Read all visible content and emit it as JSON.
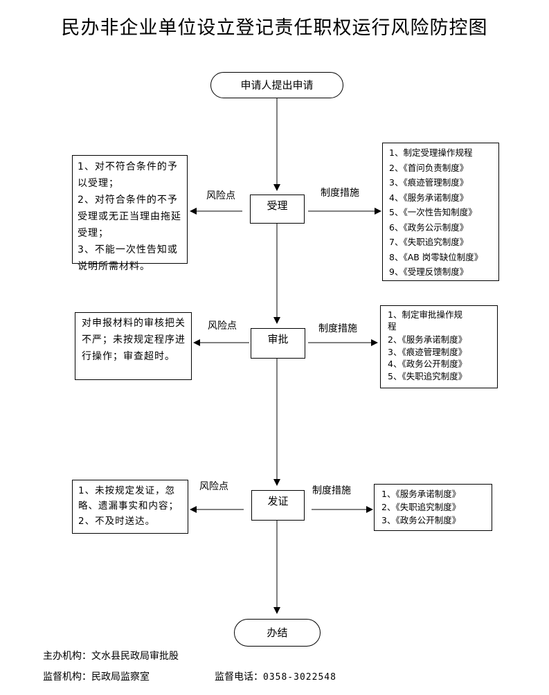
{
  "title": "民办非企业单位设立登记责任职权运行风险防控图",
  "nodes": {
    "start": "申请人提出申请",
    "accept": "受理",
    "review": "审批",
    "issue": "发证",
    "end": "办结"
  },
  "edge_labels": {
    "risk_point": "风险点",
    "measures": "制度措施"
  },
  "risks": {
    "accept": "1、对不符合条件的予以受理；\n2、对符合条件的不予受理或无正当理由拖延受理；\n3、不能一次性告知或说明所需材料。",
    "review": "对申报材料的审核把关不严；未按规定程序进行操作；审查超时。",
    "issue": "1、未按规定发证，忽略、遗漏事实和内容；\n2、不及时送达。"
  },
  "measures": {
    "accept": [
      "1、制定受理操作规程",
      "2、《首问负责制度》",
      "3、《痕迹管理制度》",
      "4、《服务承诺制度》",
      "5、《一次性告知制度》",
      "6、《政务公示制度》",
      "7、《失职追究制度》",
      "8、《AB 岗零缺位制度》",
      "9、《受理反馈制度》"
    ],
    "review": [
      "1、制定审批操作规程",
      "2、《服务承诺制度》",
      "3、《痕迹管理制度》",
      "4、《政务公开制度》",
      "5、《失职追究制度》"
    ],
    "issue": [
      "1、《服务承诺制度》",
      "2、《失职追究制度》",
      "3、《政务公开制度》"
    ]
  },
  "footer": {
    "host_label": "主办机构：",
    "host_value": "文水县民政局审批股",
    "supervisor_label": "监督机构：",
    "supervisor_value": "民政局监察室",
    "phone_label": "监督电话：",
    "phone_value": "0358-3022548"
  }
}
